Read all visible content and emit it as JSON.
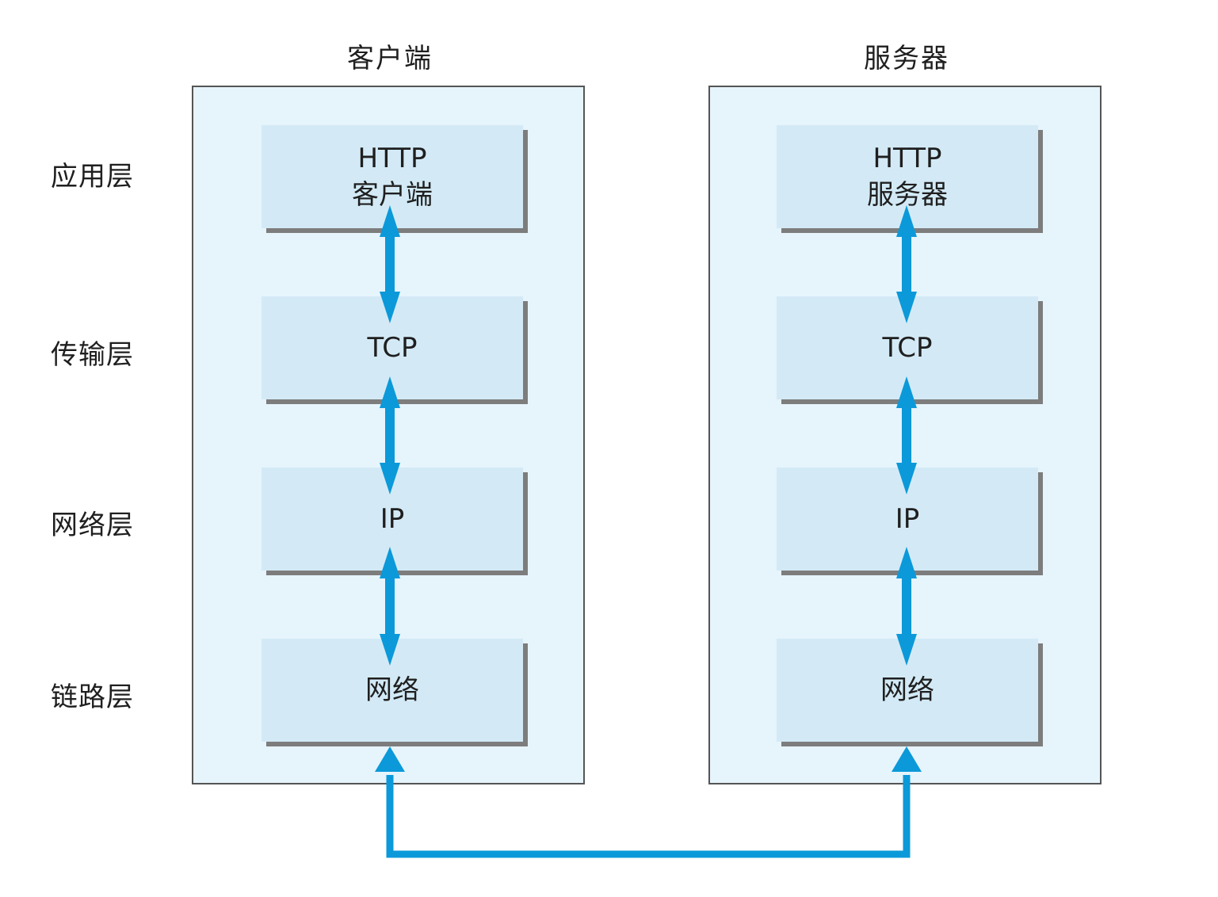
{
  "columns": {
    "client": {
      "title": "客户端"
    },
    "server": {
      "title": "服务器"
    }
  },
  "layers": [
    {
      "label": "应用层",
      "client": [
        "HTTP",
        "客户端"
      ],
      "server": [
        "HTTP",
        "服务器"
      ]
    },
    {
      "label": "传输层",
      "client": [
        "TCP"
      ],
      "server": [
        "TCP"
      ]
    },
    {
      "label": "网络层",
      "client": [
        "IP"
      ],
      "server": [
        "IP"
      ]
    },
    {
      "label": "链路层",
      "client": [
        "网络"
      ],
      "server": [
        "网络"
      ]
    }
  ],
  "colors": {
    "host_background": "#e6f4fc",
    "box_background": "#d3eaf6",
    "box_shadow": "#7d7d7d",
    "arrow": "#0b99d9"
  }
}
